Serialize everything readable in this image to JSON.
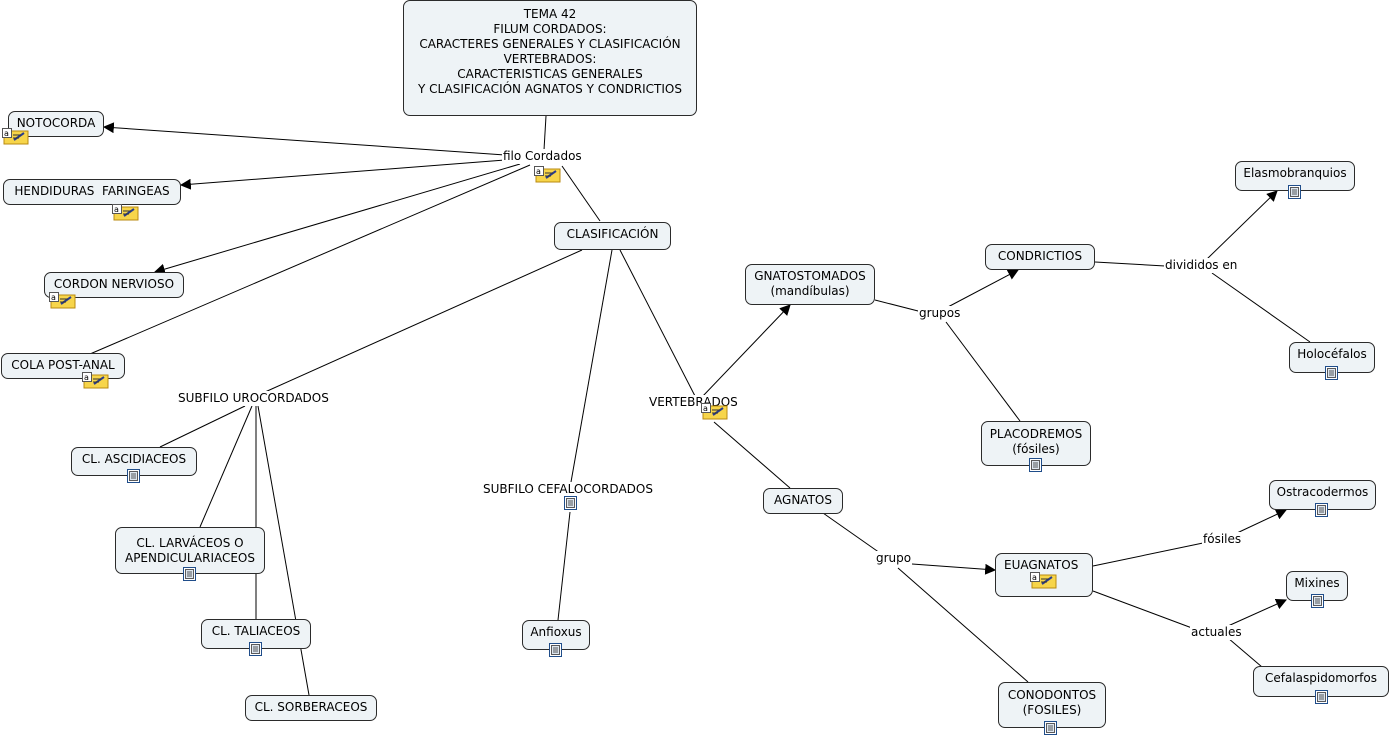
{
  "concept_map": {
    "title": "TEMA 42\nFILUM CORDADOS:\nCARACTERES GENERALES Y CLASIFICACIÓN\nVERTEBRADOS:\nCARACTERISTICAS GENERALES\nY CLASIFICACIÓN AGNATOS Y CONDRICTIOS",
    "concepts": {
      "notocorda": "NOTOCORDA",
      "hendiduras": "HENDIDURAS  FARINGEAS",
      "cordon": "CORDON NERVIOSO",
      "cola": "COLA POST-ANAL",
      "clasificacion": "CLASIFICACIÓN",
      "ascidiaceos": "CL. ASCIDIACEOS",
      "larvaceos": "CL. LARVÁCEOS O\nAPENDICULARIACEOS",
      "taliaceos": "CL. TALIACEOS",
      "sorberaceos": "CL. SORBERACEOS",
      "anfioxus": "Anfioxus",
      "gnatostomados": "GNATOSTOMADOS\n(mandíbulas)",
      "condrictios": "CONDRICTIOS",
      "elasmobranquios": "Elasmobranquios",
      "holocefalos": "Holocéfalos",
      "placodremos": "PLACODREMOS\n(fósiles)",
      "agnatos": "AGNATOS",
      "euagnatos": "EUAGNATOS",
      "ostracodermos": "Ostracodermos",
      "mixines": "Mixines",
      "cefalaspidomorfos": "Cefalaspidomorfos",
      "conodontos": "CONODONTOS\n(FOSILES)"
    },
    "linking_phrases": {
      "filo_cordados": "filo Cordados",
      "subfilo_urocordados": "SUBFILO UROCORDADOS",
      "subfilo_cefalocordados": "SUBFILO CEFALOCORDADOS",
      "vertebrados": "VERTEBRADOS",
      "grupos": "grupos",
      "divididos_en": "divididos en",
      "grupo": "grupo",
      "fosiles": "fósiles",
      "actuales": "actuales"
    }
  },
  "colors": {
    "node_fill": "#eef3f6",
    "node_border": "#2b2b2b",
    "line": "#000000",
    "note_fill": "#f7d54a",
    "doc_fill": "#ffffff"
  },
  "icons": [
    "note-icon",
    "document-icon"
  ]
}
